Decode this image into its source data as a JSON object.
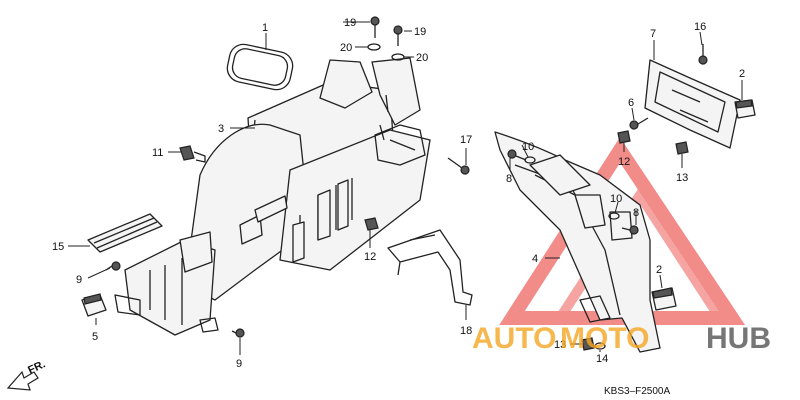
{
  "callouts": {
    "c1": "1",
    "c2a": "2",
    "c2b": "2",
    "c3": "3",
    "c4": "4",
    "c5": "5",
    "c6": "6",
    "c7": "7",
    "c8a": "8",
    "c8b": "8",
    "c9a": "9",
    "c9b": "9",
    "c10a": "10",
    "c10b": "10",
    "c11": "11",
    "c12a": "12",
    "c12b": "12",
    "c13a": "13",
    "c13b": "13",
    "c14": "14",
    "c15": "15",
    "c16": "16",
    "c17": "17",
    "c18": "18",
    "c19a": "19",
    "c19b": "19",
    "c20a": "20",
    "c20b": "20"
  },
  "front_arrow_label": "FR.",
  "diagram_code": "KBS3–F2500A",
  "watermark": {
    "part1": "AUTO",
    "part2": "MOTO",
    "part3": "HUB",
    "color_red": "#e8302a",
    "color_orange": "#f5a623",
    "color_gray": "#555555"
  }
}
